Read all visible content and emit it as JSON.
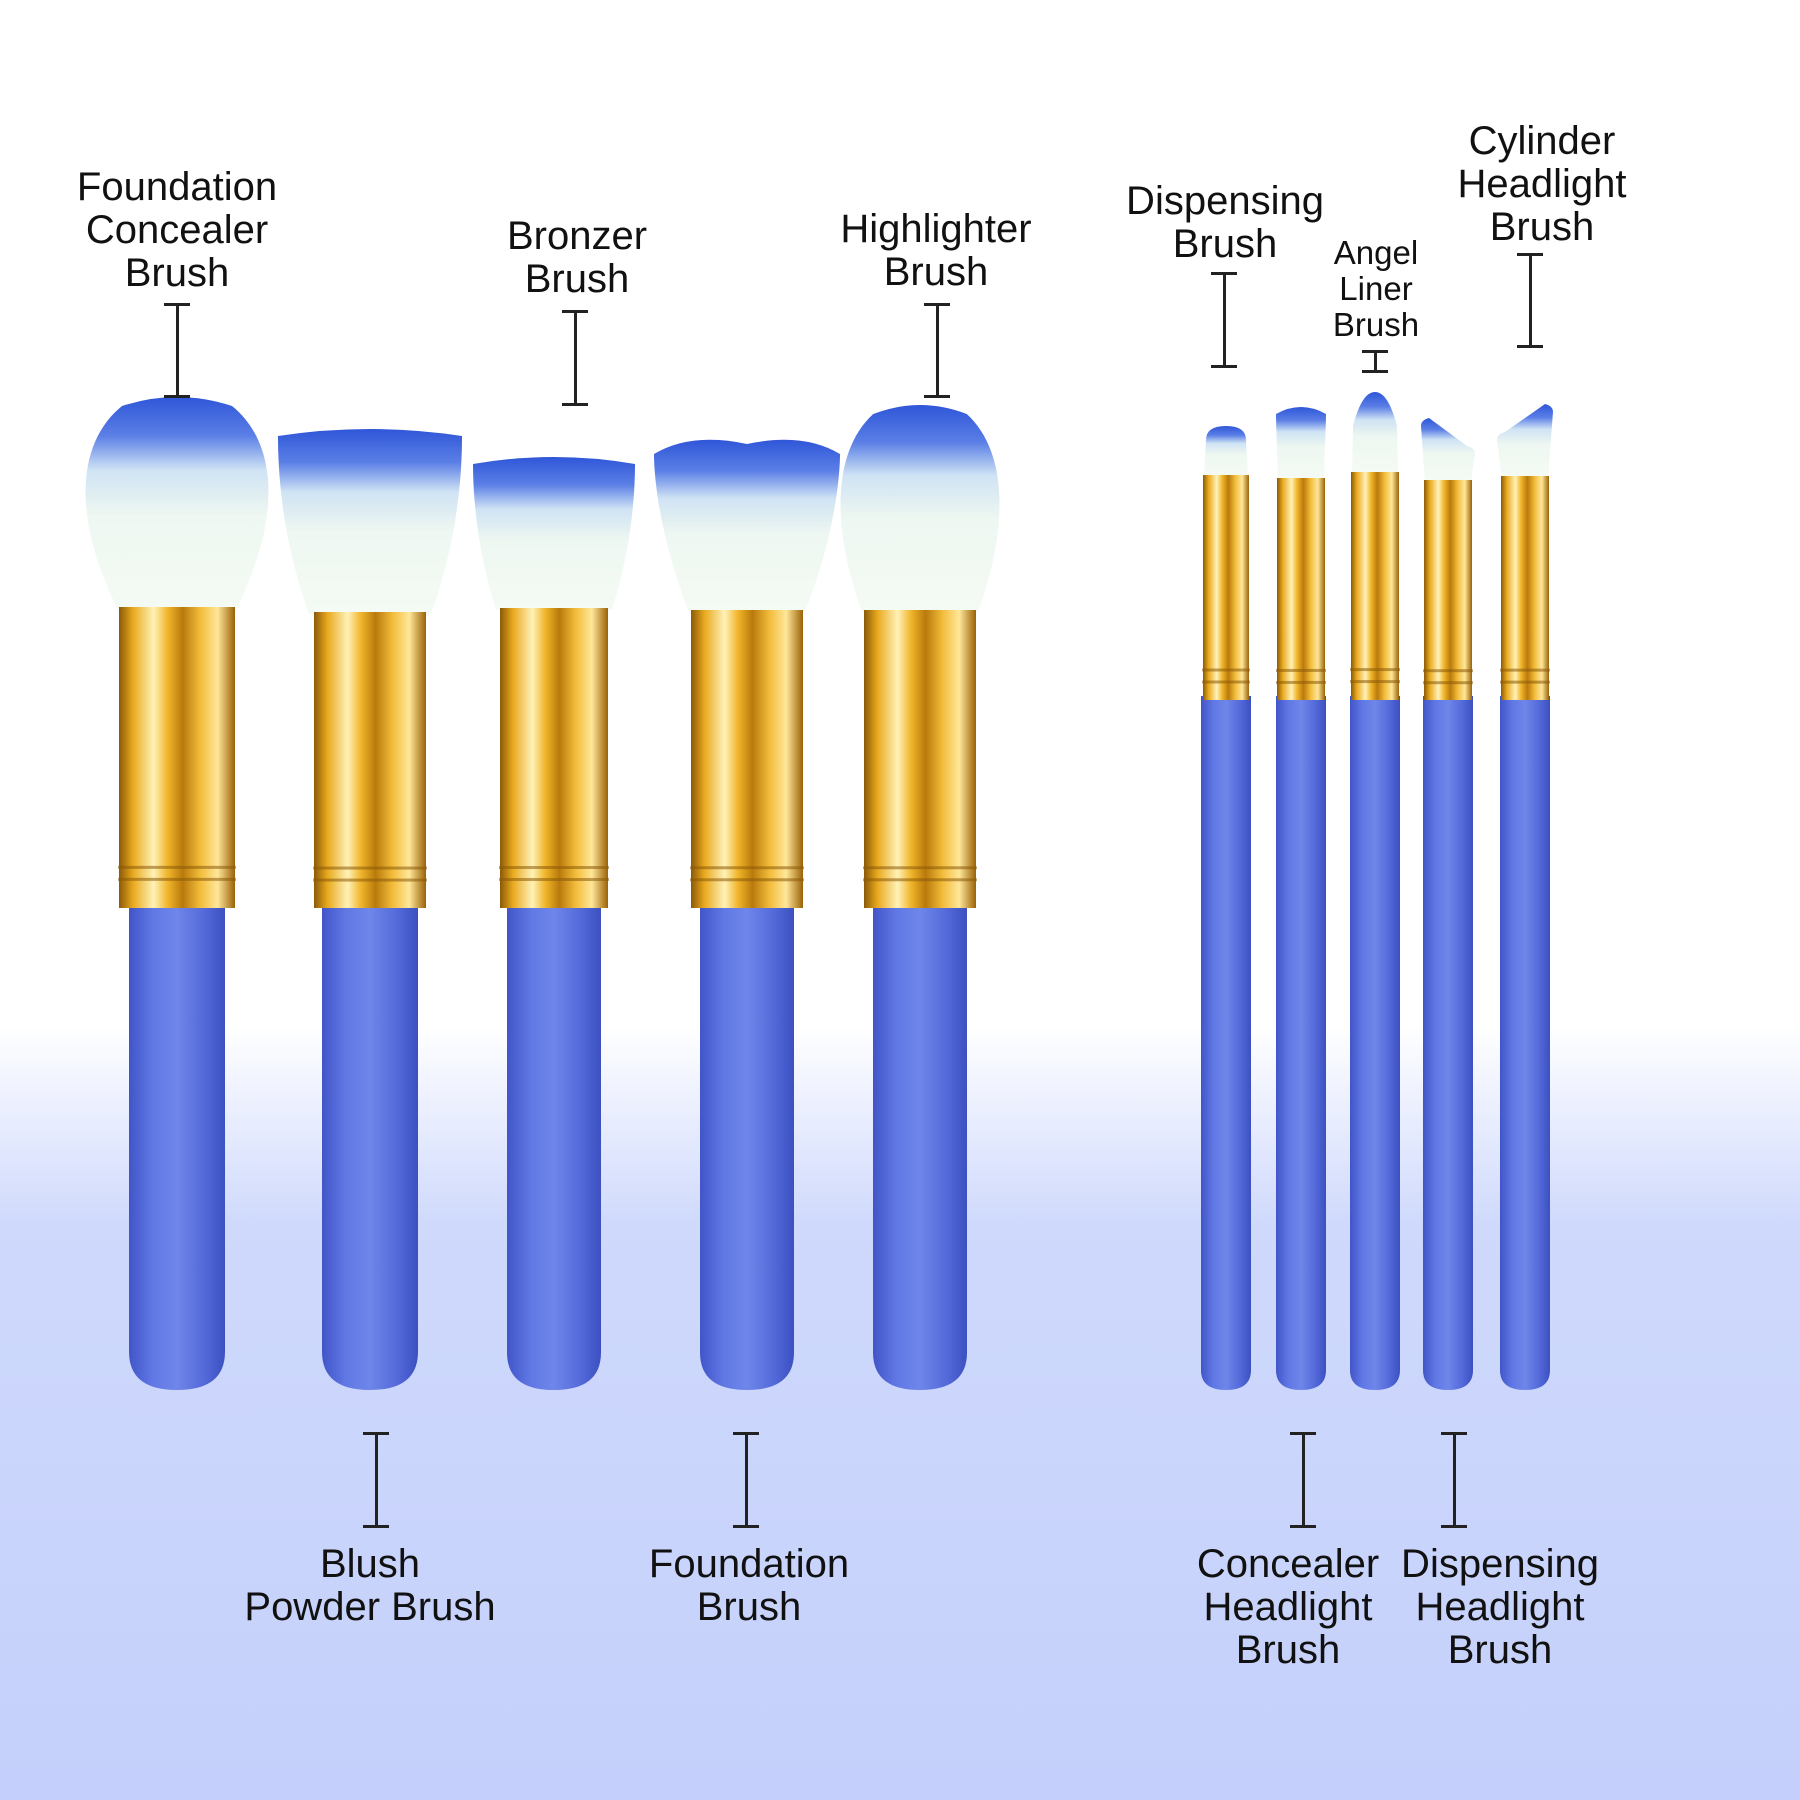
{
  "colors": {
    "handle": "#5b72df",
    "handle_shadow": "#4155c8",
    "ferrule_gold": "#e3a92a",
    "bristle_tip_blue": "#2f56d8",
    "bristle_white": "#eef7f1",
    "background_bottom": "#c4d0fb",
    "label_text": "#111111"
  },
  "brushes": [
    {
      "id": "foundation-concealer",
      "label": [
        "Foundation",
        "Concealer",
        "Brush"
      ],
      "label_position": "top",
      "size": "large",
      "head_shape": "dome"
    },
    {
      "id": "blush-powder",
      "label": [
        "Blush",
        "Powder Brush"
      ],
      "label_position": "bottom",
      "size": "large",
      "head_shape": "flat"
    },
    {
      "id": "bronzer",
      "label": [
        "Bronzer",
        "Brush"
      ],
      "label_position": "top",
      "size": "large",
      "head_shape": "flat"
    },
    {
      "id": "foundation",
      "label": [
        "Foundation",
        "Brush"
      ],
      "label_position": "bottom",
      "size": "large",
      "head_shape": "concave"
    },
    {
      "id": "highlighter",
      "label": [
        "Highlighter",
        "Brush"
      ],
      "label_position": "top",
      "size": "large",
      "head_shape": "dome"
    },
    {
      "id": "dispensing",
      "label": [
        "Dispensing",
        "Brush"
      ],
      "label_position": "top",
      "size": "small",
      "head_shape": "round"
    },
    {
      "id": "concealer-headlight",
      "label": [
        "Concealer",
        "Headlight",
        "Brush"
      ],
      "label_position": "bottom",
      "size": "small",
      "head_shape": "flat"
    },
    {
      "id": "angel-liner",
      "label": [
        "Angel",
        "Liner",
        "Brush"
      ],
      "label_position": "top",
      "size": "small",
      "head_shape": "pointed"
    },
    {
      "id": "dispensing-headlight",
      "label": [
        "Dispensing",
        "Headlight",
        "Brush"
      ],
      "label_position": "bottom",
      "size": "small",
      "head_shape": "angled"
    },
    {
      "id": "cylinder-headlight",
      "label": [
        "Cylinder",
        "Headlight",
        "Brush"
      ],
      "label_position": "top",
      "size": "small",
      "head_shape": "angled"
    }
  ]
}
